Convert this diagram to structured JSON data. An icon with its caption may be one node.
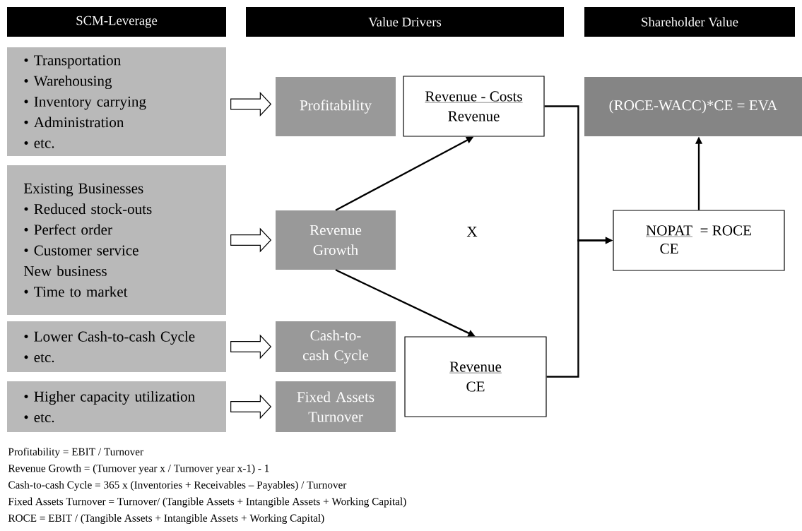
{
  "diagram": {
    "nodes": [
      {
        "text": [
          "SCM-Leverage"
        ]
      },
      {
        "text": [
          "Value Drivers"
        ]
      },
      {
        "text": [
          "Shareholder Value"
        ]
      },
      {
        "text": [
          "• Transportation",
          "• Warehousing",
          "• Inventory carrying",
          "• Administration",
          "• etc."
        ]
      },
      {
        "text": [
          "Existing Businesses",
          "• Reduced stock-outs",
          "• Perfect order",
          "• Customer service",
          "New business",
          "• Time to market"
        ]
      },
      {
        "text": [
          "• Lower Cash-to-cash Cycle",
          "• etc."
        ]
      },
      {
        "text": [
          "• Higher capacity utilization",
          "• etc."
        ]
      },
      {
        "text": [
          "Profitability"
        ]
      },
      {
        "text": [
          "Revenue Growth"
        ]
      },
      {
        "text": [
          "Cash-to-cash Cycle"
        ]
      },
      {
        "text": [
          "Fixed Assets Turnover"
        ]
      },
      {
        "text": [
          "Revenue - Costs",
          "Revenue"
        ]
      },
      {
        "text": [
          "Revenue",
          "CE"
        ]
      },
      {
        "text": [
          "(ROCE-WACC)*CE = EVA"
        ]
      },
      {
        "text": [
          "NOPAT",
          "CE",
          "= ROCE"
        ]
      }
    ],
    "edges": [
      {
        "from": 3,
        "to": 7,
        "arrow": "to"
      },
      {
        "from": 4,
        "to": 8,
        "arrow": "to"
      },
      {
        "from": 5,
        "to": 9,
        "arrow": "to"
      },
      {
        "from": 6,
        "to": 10,
        "arrow": "to"
      },
      {
        "from": 8,
        "to": 11,
        "arrow": "to"
      },
      {
        "from": 8,
        "to": 12,
        "arrow": "to"
      },
      {
        "from": 11,
        "to": 14,
        "arrow": "to"
      },
      {
        "from": 12,
        "to": 14,
        "arrow": "to"
      },
      {
        "from": 14,
        "to": 13,
        "arrow": "to"
      }
    ],
    "labels": [
      "X",
      "Profitability = EBIT / Turnover",
      "Revenue Growth = (Turnover year x / Turnover year x-1) - 1",
      "Cash-to-cash Cycle = 365 x (Inventories + Receivables – Payables) / Turnover",
      "Fixed Assets Turnover = Turnover/ (Tangible Assets + Intangible Assets + Working Capital)",
      "ROCE = EBIT / (Tangible Assets + Intangible Assets + Working Capital)"
    ]
  }
}
